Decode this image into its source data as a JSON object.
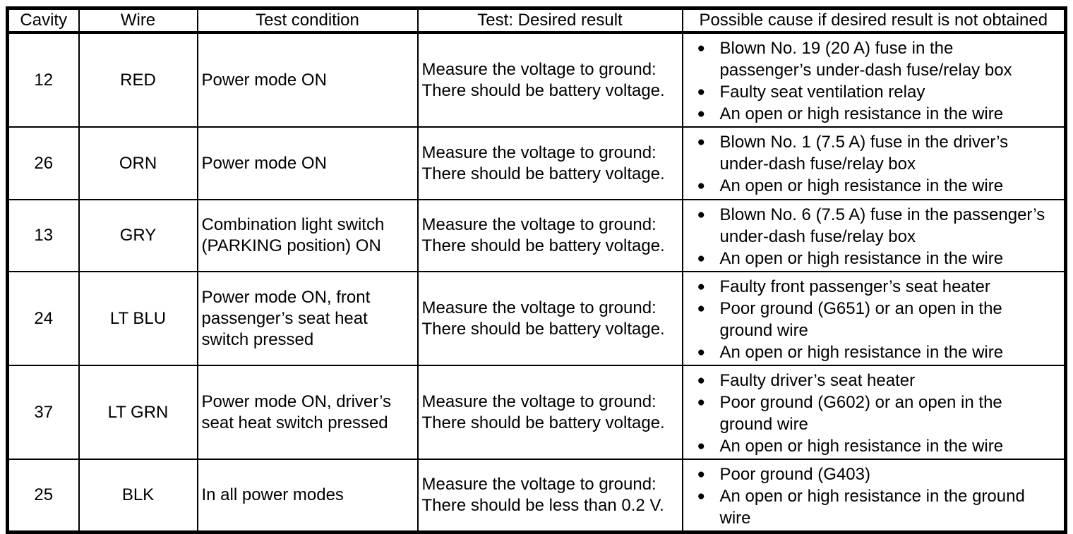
{
  "colors": {
    "border": "#000000",
    "background": "#ffffff",
    "text": "#000000"
  },
  "icons": {
    "bullet": "●"
  },
  "table": {
    "headers": [
      "Cavity",
      "Wire",
      "Test condition",
      "Test: Desired result",
      "Possible cause if desired result is not obtained"
    ],
    "rows": [
      {
        "cavity": "12",
        "wire": "RED",
        "condition": "Power mode ON",
        "result": "Measure the voltage to ground:\nThere should be battery voltage.",
        "causes": [
          "Blown No. 19 (20 A) fuse in the\npassenger’s under-dash fuse/relay box",
          "Faulty seat ventilation relay",
          "An open or high resistance in the wire"
        ]
      },
      {
        "cavity": "26",
        "wire": "ORN",
        "condition": "Power mode ON",
        "result": "Measure the voltage to ground:\nThere should be battery voltage.",
        "causes": [
          "Blown No. 1 (7.5 A) fuse in the driver’s\nunder-dash fuse/relay box",
          "An open or high resistance in the wire"
        ]
      },
      {
        "cavity": "13",
        "wire": "GRY",
        "condition": "Combination light switch\n(PARKING position) ON",
        "result": "Measure the voltage to ground:\nThere should be battery voltage.",
        "causes": [
          "Blown No. 6 (7.5 A) fuse in the passenger’s\nunder-dash fuse/relay box",
          "An open or high resistance in the wire"
        ]
      },
      {
        "cavity": "24",
        "wire": "LT BLU",
        "condition": "Power mode ON, front\npassenger’s seat heat\nswitch pressed",
        "result": "Measure the voltage to ground:\nThere should be battery voltage.",
        "causes": [
          "Faulty front passenger’s seat heater",
          "Poor ground (G651) or an open in the\nground wire",
          "An open or high resistance in the wire"
        ]
      },
      {
        "cavity": "37",
        "wire": "LT GRN",
        "condition": "Power mode ON, driver’s\nseat heat switch pressed",
        "result": "Measure the voltage to ground:\nThere should be battery voltage.",
        "causes": [
          "Faulty driver’s seat heater",
          "Poor ground (G602) or an open in the\nground wire",
          "An open or high resistance in the wire"
        ]
      },
      {
        "cavity": "25",
        "wire": "BLK",
        "condition": "In all power modes",
        "result": "Measure the voltage to ground:\nThere should be less than 0.2 V.",
        "causes": [
          "Poor ground (G403)",
          "An open or high resistance in the ground\nwire"
        ]
      }
    ]
  }
}
